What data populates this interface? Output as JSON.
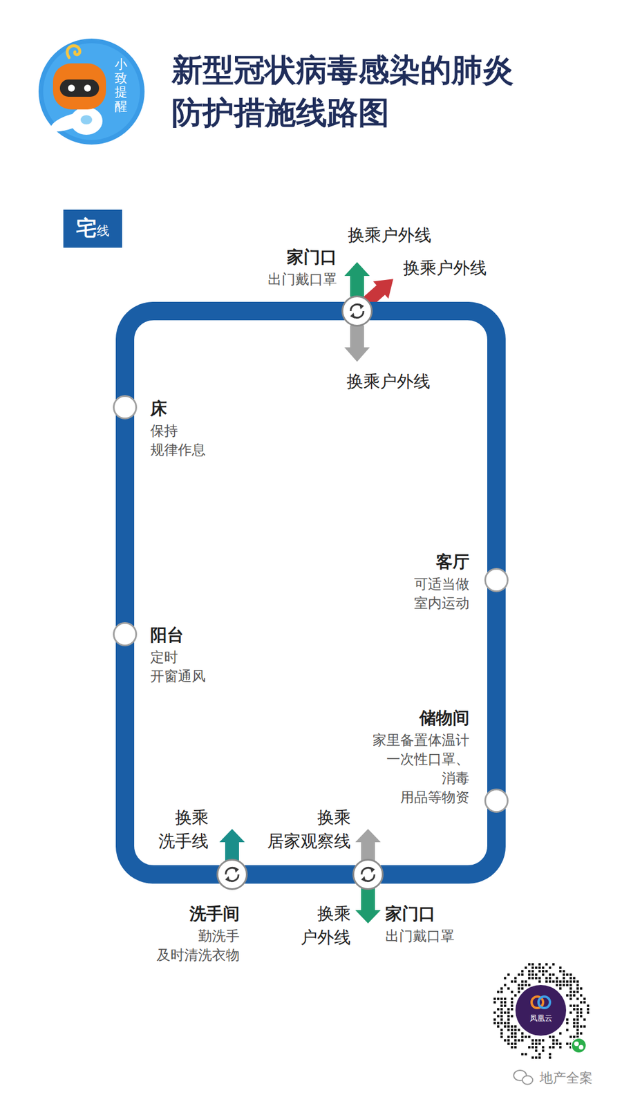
{
  "diagram": {
    "title": "新型冠状病毒感染的肺炎 防护措施线路图",
    "nodes": [
      {
        "text": [
          "宅",
          "线"
        ]
      },
      {
        "text": [
          "家门口",
          "出门戴口罩"
        ]
      },
      {
        "text": [
          "床",
          "保持 规律作息"
        ]
      },
      {
        "text": [
          "客厅",
          "可适当做 室内运动"
        ]
      },
      {
        "text": [
          "阳台",
          "定时 开窗通风"
        ]
      },
      {
        "text": [
          "储物间",
          "家里备置体温计 一次性口罩、消毒 用品等物资"
        ]
      },
      {
        "text": [
          "洗手间",
          "勤洗手 及时清洗衣物"
        ]
      },
      {
        "text": [
          "家门口",
          "出门戴口罩"
        ]
      }
    ],
    "edges": [
      {
        "from": 1,
        "to": 3,
        "arrow": "none"
      },
      {
        "from": 3,
        "to": 5,
        "arrow": "none"
      },
      {
        "from": 5,
        "to": 7,
        "arrow": "none"
      },
      {
        "from": 7,
        "to": 6,
        "arrow": "none"
      },
      {
        "from": 6,
        "to": 4,
        "arrow": "none"
      },
      {
        "from": 4,
        "to": 2,
        "arrow": "none"
      },
      {
        "from": 2,
        "to": 1,
        "arrow": "none"
      }
    ],
    "labels": [
      "小致提醒",
      "换乘户外线",
      "换乘户外线",
      "换乘户外线",
      "换乘 洗手线",
      "换乘 居家观察线",
      "换乘 户外线",
      "凤凰云",
      "地产全案"
    ]
  }
}
